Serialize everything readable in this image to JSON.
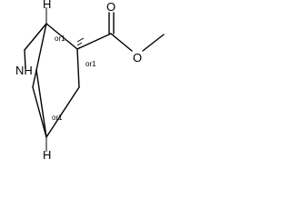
{
  "molecule": {
    "atoms": {
      "carbonyl_oxygen": "O",
      "ester_oxygen": "O",
      "nitrogen": "NH",
      "top_bridgehead_hydrogen": "H",
      "bottom_bridgehead_hydrogen": "H"
    },
    "stereo_labels": {
      "top_bridgehead": "or1",
      "ester_carbon": "or1",
      "bottom_bridgehead": "or1"
    }
  }
}
